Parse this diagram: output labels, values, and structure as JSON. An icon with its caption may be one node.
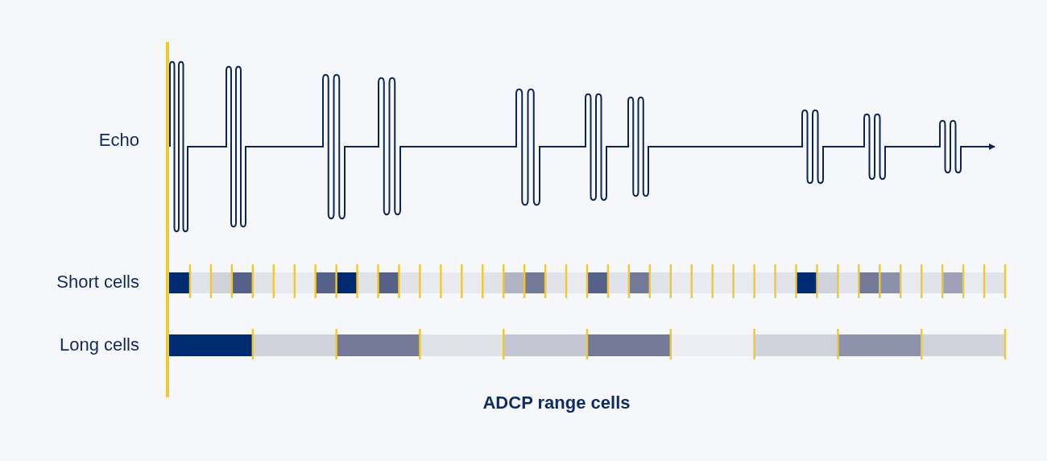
{
  "diagram": {
    "caption": "ADCP range cells",
    "labels": [
      "Echo",
      "Short cells",
      "Long cells"
    ]
  }
}
